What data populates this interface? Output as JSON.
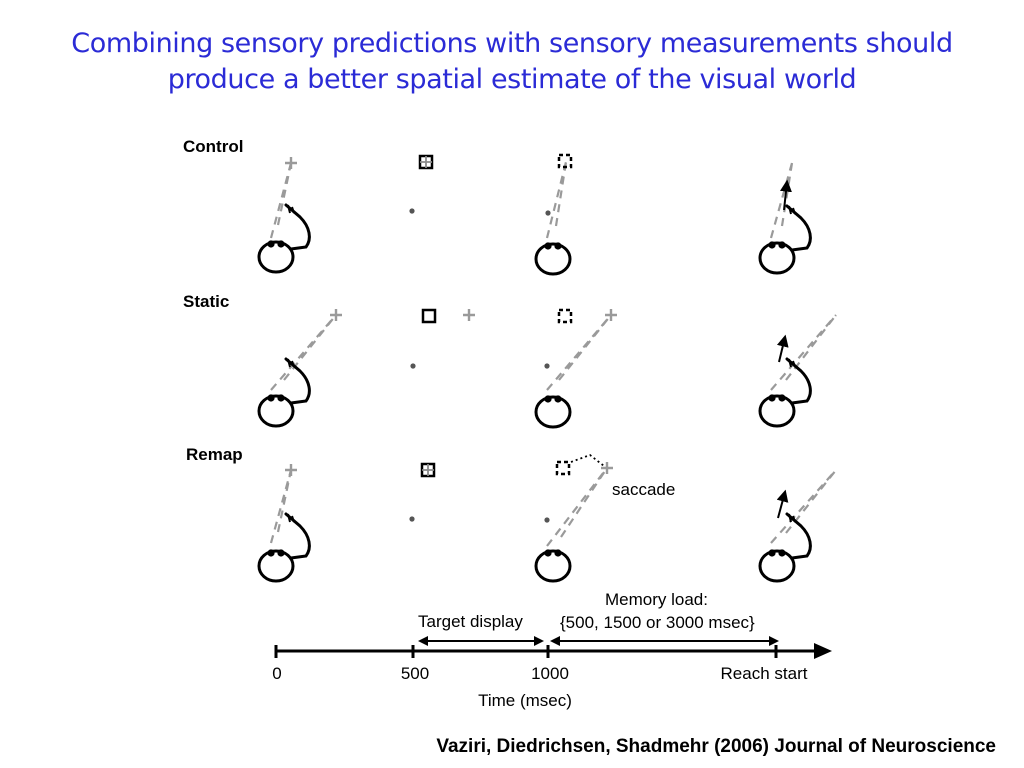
{
  "title": {
    "line1": "Combining sensory predictions with sensory measurements should",
    "line2": "produce a better spatial estimate of the visual world"
  },
  "rows": [
    {
      "label": "Control"
    },
    {
      "label": "Static"
    },
    {
      "label": "Remap"
    }
  ],
  "annotations": {
    "saccade": "saccade",
    "target_display": "Target display",
    "memory_load_line1": "Memory load:",
    "memory_load_line2": "{500, 1500 or 3000 msec}"
  },
  "timeline": {
    "ticks": [
      "0",
      "500",
      "1000",
      "Reach start"
    ],
    "axis_label": "Time (msec)"
  },
  "citation": "Vaziri, Diedrichsen, Shadmehr (2006) Journal of Neuroscience"
}
